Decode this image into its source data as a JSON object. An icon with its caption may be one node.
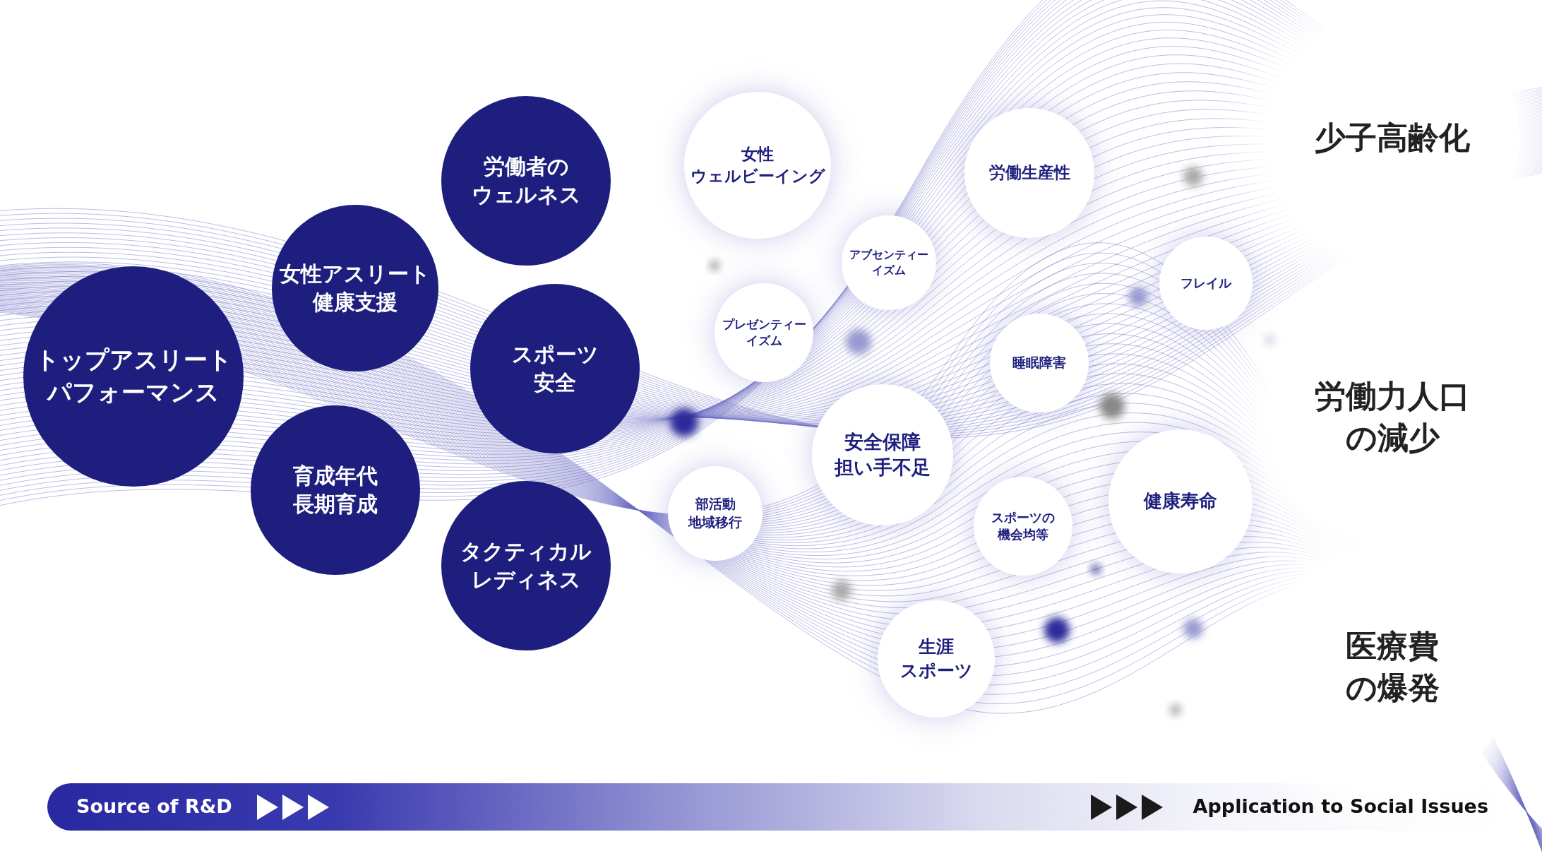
{
  "diagram": {
    "nodes": [
      {
        "text": [
          "トップアスリートパフォーマンス"
        ]
      },
      {
        "text": [
          "女性アスリート健康支援"
        ]
      },
      {
        "text": [
          "労働者のウェルネス"
        ]
      },
      {
        "text": [
          "スポーツ安全"
        ]
      },
      {
        "text": [
          "育成年代長期育成"
        ]
      },
      {
        "text": [
          "タクティカルレディネス"
        ]
      },
      {
        "text": [
          "女性ウェルビーイング"
        ]
      },
      {
        "text": [
          "労働生産性"
        ]
      },
      {
        "text": [
          "アブセンティーイズム"
        ]
      },
      {
        "text": [
          "プレゼンティーイズム"
        ]
      },
      {
        "text": [
          "フレイル"
        ]
      },
      {
        "text": [
          "睡眠障害"
        ]
      },
      {
        "text": [
          "安全保障担い手不足"
        ]
      },
      {
        "text": [
          "部活動地域移行"
        ]
      },
      {
        "text": [
          "スポーツの機会均等"
        ]
      },
      {
        "text": [
          "健康寿命"
        ]
      },
      {
        "text": [
          "生涯スポーツ"
        ]
      },
      {
        "text": [
          "少子高齢化"
        ]
      },
      {
        "text": [
          "労働力人口の減少"
        ]
      },
      {
        "text": [
          "医療費の爆発"
        ]
      }
    ],
    "labels": [
      "Source of R&D",
      "Application to Social Issues"
    ]
  }
}
